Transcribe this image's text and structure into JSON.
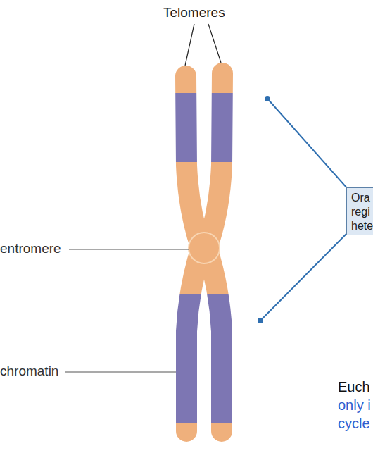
{
  "diagram": {
    "nodes": [
      {
        "text": [
          "Ora regi hete"
        ]
      }
    ],
    "labels": [
      "Telomeres",
      "entromere",
      "chromatin",
      "Euch",
      "only i cycle"
    ]
  }
}
